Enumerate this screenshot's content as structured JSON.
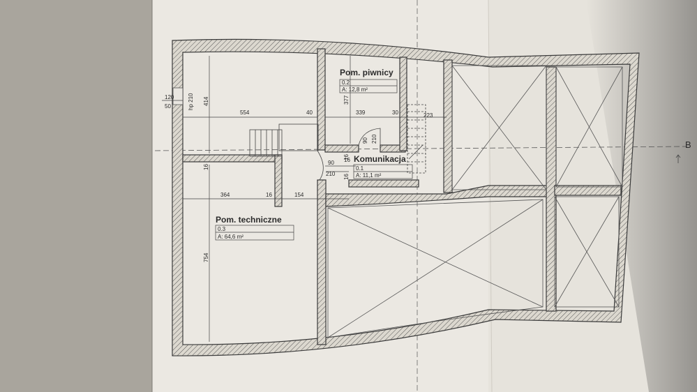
{
  "rooms": [
    {
      "name": "Pom. piwnicy",
      "number": "0.2",
      "area": "A: 12,8 m²"
    },
    {
      "name": "Komunikacja",
      "number": "0.1",
      "area": "A: 11,1 m²"
    },
    {
      "name": "Pom. techniczne",
      "number": "0.3",
      "area": "A: 64,6 m²"
    }
  ],
  "dimensions": {
    "window_width": "120",
    "window_sill": "50",
    "window_head": "hp 210",
    "room_top_height": "414",
    "room_top_width": "554",
    "wall_a": "40",
    "piwnica_height": "377",
    "piwnica_width": "339",
    "wall_b": "30",
    "stair_width": "223",
    "door_piwnica_width": "90",
    "door_piwnica_height": "210",
    "door_kom_width": "90",
    "door_kom_height": "210",
    "wall_c": "16",
    "wall_d": "16",
    "wall_e": "16",
    "wall_f": "16",
    "lower_width": "364",
    "wall_g": "16",
    "corridor_width": "154",
    "lower_height": "754"
  },
  "section_marker": "B",
  "colors": {
    "paper": "#ebe8e2",
    "wall_fill": "#ddd9d1",
    "line": "#3a3a3a",
    "background": "#8e8a83"
  }
}
